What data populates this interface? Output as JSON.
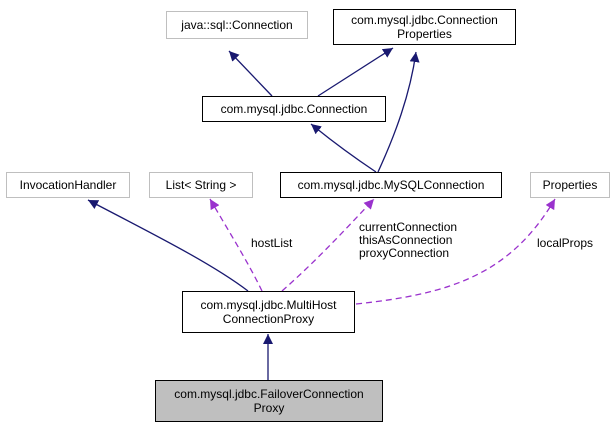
{
  "colors": {
    "inheritance_edge": "#191970",
    "usage_edge": "#9a32cd",
    "external_border": "#bfbfbf",
    "focus_fill": "#bfbfbf"
  },
  "nodes": {
    "java_sql_connection": {
      "lines": [
        "java::sql::Connection"
      ]
    },
    "connection_properties": {
      "lines": [
        "com.mysql.jdbc.Connection",
        "Properties"
      ]
    },
    "mysql_jdbc_connection": {
      "lines": [
        "com.mysql.jdbc.Connection"
      ]
    },
    "invocation_handler": {
      "lines": [
        "InvocationHandler"
      ]
    },
    "list_string": {
      "lines": [
        "List< String >"
      ]
    },
    "mysql_connection": {
      "lines": [
        "com.mysql.jdbc.MySQLConnection"
      ]
    },
    "properties": {
      "lines": [
        "Properties"
      ]
    },
    "multihost_proxy": {
      "lines": [
        "com.mysql.jdbc.MultiHost",
        "ConnectionProxy"
      ]
    },
    "failover_proxy": {
      "lines": [
        "com.mysql.jdbc.FailoverConnection",
        "Proxy"
      ]
    }
  },
  "edge_labels": {
    "host_list": {
      "lines": [
        "hostList"
      ]
    },
    "connection_members": {
      "lines": [
        "currentConnection",
        "thisAsConnection",
        "proxyConnection"
      ]
    },
    "local_props": {
      "lines": [
        "localProps"
      ]
    }
  }
}
